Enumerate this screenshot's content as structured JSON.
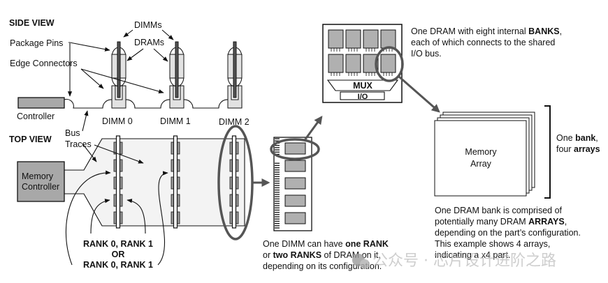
{
  "side_view": {
    "title": "SIDE VIEW",
    "labels": {
      "dimms": "DIMMs",
      "drams": "DRAMs",
      "package_pins": "Package Pins",
      "edge_connectors": "Edge Connectors",
      "controller": "Controller",
      "bus": "Bus"
    },
    "dimm_labels": [
      "DIMM 0",
      "DIMM 1",
      "DIMM 2"
    ]
  },
  "top_view": {
    "title": "TOP VIEW",
    "bus_traces_line1": "Bus",
    "bus_traces_line2": "Traces",
    "memory_controller_line1": "Memory",
    "memory_controller_line2": "Controller",
    "rank_line1": "RANK 0, RANK 1",
    "rank_line2": "OR",
    "rank_line3": "RANK 0, RANK 1"
  },
  "dimm_detail": {
    "caption_line1_pre": "One DIMM can have ",
    "caption_line1_bold": "one RANK",
    "caption_line2_pre": "or ",
    "caption_line2_bold": "two RANKS",
    "caption_line2_post": " of DRAM on it,",
    "caption_line3": "depending on its configuration."
  },
  "dram_detail": {
    "mux_label": "MUX",
    "io_label": "I/O",
    "bank_count": 8,
    "caption_line1_pre": "One DRAM with eight internal ",
    "caption_line1_bold": "BANKS",
    "caption_line1_post": ",",
    "caption_line2": "each of which connects to the shared",
    "caption_line3": "I/O bus."
  },
  "bank_detail": {
    "array_label_line1": "Memory",
    "array_label_line2": "Array",
    "array_count": 4,
    "bracket_line1_pre": "One ",
    "bracket_line1_bold": "bank",
    "bracket_line1_post": ",",
    "bracket_line2_pre": "four ",
    "bracket_line2_bold": "arrays",
    "caption_line1": "One DRAM bank is comprised of",
    "caption_line2_pre": "potentially many DRAM ",
    "caption_line2_bold": "ARRAYS",
    "caption_line2_post": ",",
    "caption_line3": "depending on the part’s configuration.",
    "caption_line4": "This example shows 4 arrays,",
    "caption_line5": "indicating a x4 part."
  },
  "watermark": {
    "text": "公众号 · 芯片设计进阶之路",
    "icon": "wechat-icon"
  }
}
